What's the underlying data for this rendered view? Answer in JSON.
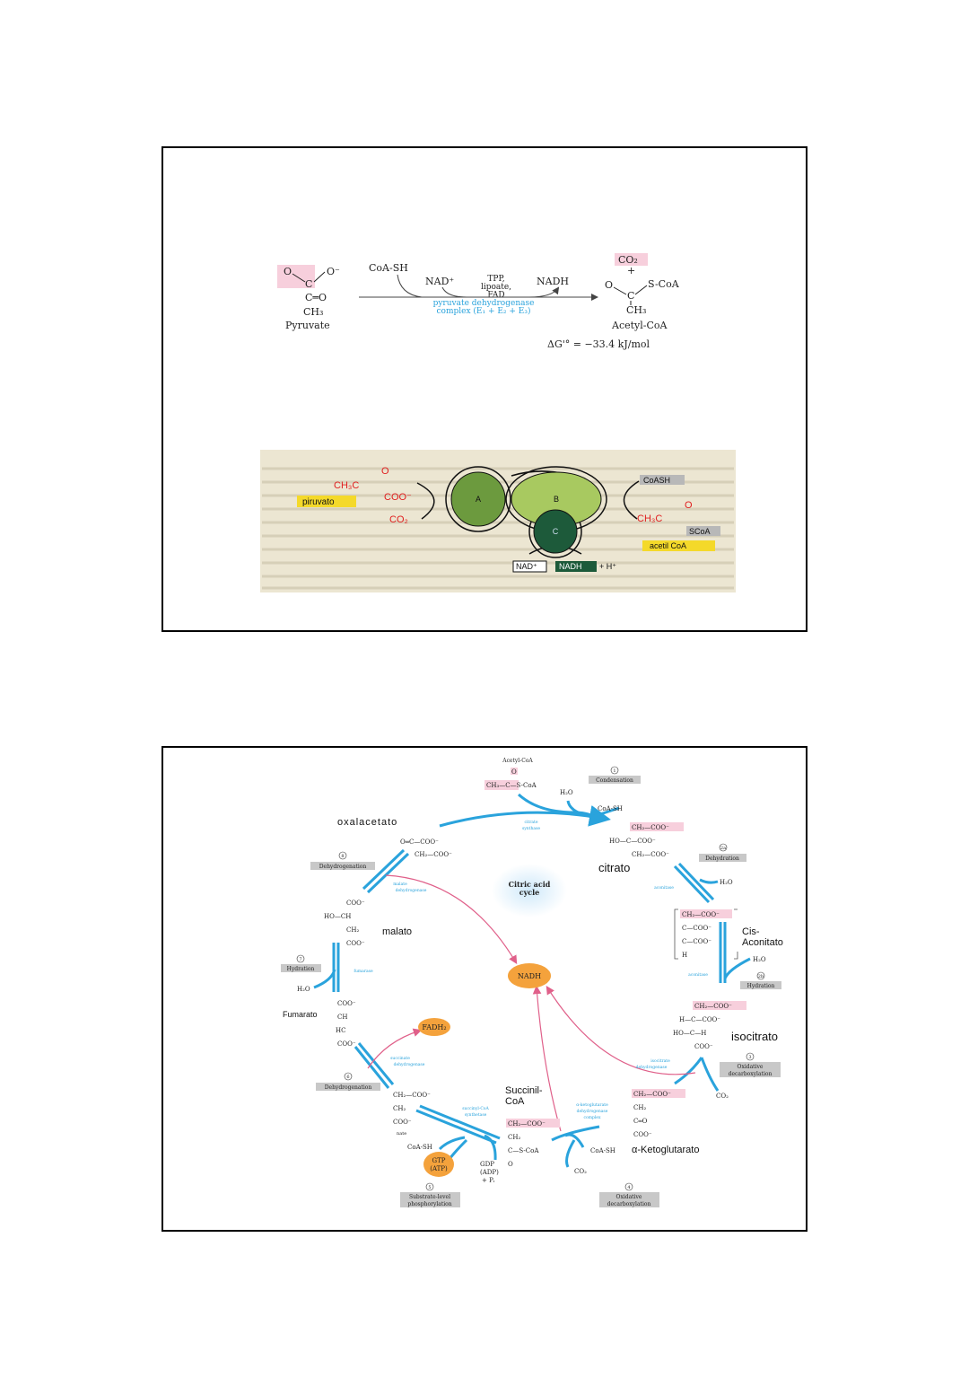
{
  "slide1": {
    "reaction": {
      "pyruvate": {
        "o_left": "O",
        "o_minus": "O⁻",
        "c": "C",
        "c_o": "C═O",
        "ch3": "CH₃",
        "name": "Pyruvate"
      },
      "coa_sh": "CoA-SH",
      "nad_plus": "NAD⁺",
      "cofactors": [
        "TPP,",
        "lipoate,",
        "FAD"
      ],
      "nadh": "NADH",
      "enzyme": [
        "pyruvate dehydrogenase",
        "complex (E₁ + E₂ + E₃)"
      ],
      "co2": "CO₂",
      "plus": "+",
      "acetyl_coa": {
        "o": "O",
        "s_coa": "S-CoA",
        "c": "C",
        "ch3": "CH₃",
        "name": "Acetyl-CoA"
      },
      "delta_g": "ΔG'° = −33.4 kJ/mol"
    },
    "complex": {
      "ch3c_left": "CH₃C",
      "o_left": "O",
      "coo_minus": "COO⁻",
      "piruvato": "piruvato",
      "co2": "CO₂",
      "enzyme_a": "A",
      "enzyme_b": "B",
      "enzyme_c": "C",
      "coash": "CoASH",
      "ch3c_right": "CH₃C",
      "o_right": "O",
      "scoa": "SCoA",
      "acetil_coa": "acetil CoA",
      "nad_plus": "NAD⁺",
      "nadh": "NADH",
      "h_plus": "+ H⁺"
    }
  },
  "slide2": {
    "center": [
      "Citric acid",
      "cycle"
    ],
    "acetyl_coa": {
      "title": "Acetyl-CoA",
      "o": "O",
      "formula": "CH₃—C—S-CoA"
    },
    "steps": {
      "s1": {
        "num": "1",
        "label": [
          "Condensation"
        ]
      },
      "s2a": {
        "num": "2a",
        "label": [
          "Dehydration"
        ]
      },
      "s2b": {
        "num": "2b",
        "label": [
          "Hydration"
        ]
      },
      "s3": {
        "num": "3",
        "label": [
          "Oxidative",
          "decarboxylation"
        ]
      },
      "s4": {
        "num": "4",
        "label": [
          "Oxidative",
          "decarboxylation"
        ]
      },
      "s5": {
        "num": "5",
        "label": [
          "Substrate-level",
          "phosphorylation"
        ]
      },
      "s6": {
        "num": "6",
        "label": [
          "Dehydrogenation"
        ]
      },
      "s7": {
        "num": "7",
        "label": [
          "Hydration"
        ]
      },
      "s8": {
        "num": "8",
        "label": [
          "Dehydrogenation"
        ]
      }
    },
    "enzymes": {
      "citrate_synthase": [
        "citrate",
        "synthase"
      ],
      "aconitase1": "aconitase",
      "aconitase2": "aconitase",
      "isocitrate_dh": [
        "isocitrate",
        "dehydrogenase"
      ],
      "akg_dh": [
        "α-ketoglutarate",
        "dehydrogenase",
        "complex"
      ],
      "succinyl_synthetase": [
        "succinyl-CoA",
        "synthetase"
      ],
      "succinate_dh": [
        "succinate",
        "dehydrogenase"
      ],
      "fumarase": "fumarase",
      "malate_dh": [
        "malate",
        "dehydrogenase"
      ]
    },
    "compounds": {
      "oxalacetato": "oxalacetato",
      "citrato": "citrato",
      "cis_aconitato": [
        "Cis-",
        "Aconitato"
      ],
      "isocitrato": "isocitrato",
      "ketoglutarato": "α-Ketoglutarato",
      "succinil_coa": [
        "Succinil-",
        "CoA"
      ],
      "fumarato": "Fumarato",
      "malato": "malato"
    },
    "formulas": {
      "oxaloacetate": [
        "O═C—COO⁻",
        "CH₂—COO⁻"
      ],
      "citrate": [
        "CH₂—COO⁻",
        "HO—C—COO⁻",
        "CH₂—COO⁻"
      ],
      "cis_aconitate": [
        "CH₂—COO⁻",
        "C—COO⁻",
        "C—COO⁻",
        "H"
      ],
      "isocitrate": [
        "CH₂—COO⁻",
        "H—C—COO⁻",
        "HO—C—H",
        "COO⁻"
      ],
      "akg": [
        "CH₂—COO⁻",
        "CH₂",
        "C═O",
        "COO⁻"
      ],
      "succinyl_coa": [
        "CH₂—COO⁻",
        "CH₂",
        "C—S-CoA",
        "O"
      ],
      "succinate": [
        "CH₂—COO⁻",
        "CH₂",
        "COO⁻",
        "nate"
      ],
      "fumarate": [
        "COO⁻",
        "CH",
        "HC",
        "COO⁻"
      ],
      "malate": [
        "COO⁻",
        "HO—CH",
        "CH₂",
        "COO⁻"
      ]
    },
    "small": {
      "h2o_1": "H₂O",
      "coa_sh_1": "CoA-SH",
      "h2o_2": "H₂O",
      "h2o_3": "H₂O",
      "co2_1": "CO₂",
      "coa_sh_2": "CoA-SH",
      "co2_2": "CO₂",
      "coa_sh_3": "CoA-SH",
      "gdp": [
        "GDP",
        "(ADP)",
        "+ Pᵢ"
      ],
      "h2o_4": "H₂O"
    },
    "energy": {
      "nadh": "NADH",
      "fadh2": "FADH₂",
      "gtp": [
        "GTP",
        "(ATP)"
      ]
    },
    "colors": {
      "arrow": "#2aa3dc",
      "energy": "#f4a23c",
      "highlight": "#f7cfdc",
      "label_bg": "#c8c8c8"
    }
  }
}
